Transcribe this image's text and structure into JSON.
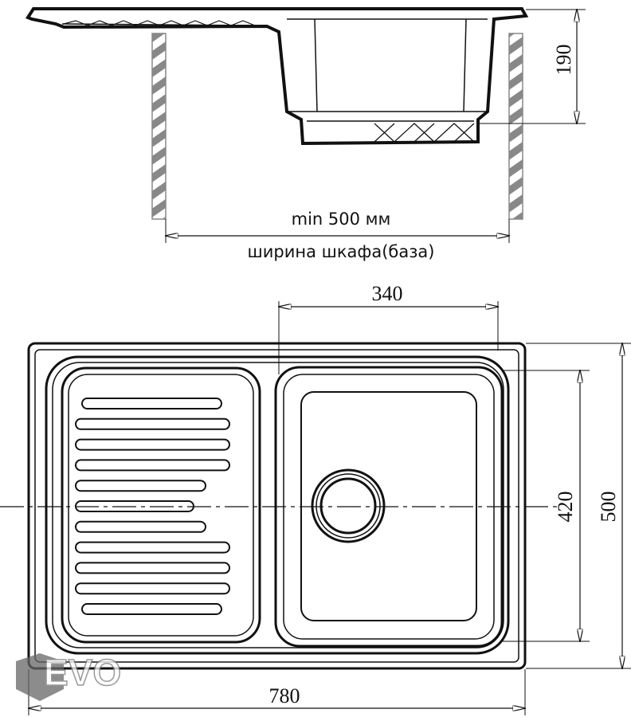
{
  "title": "Sink installation drawing",
  "side_view": {
    "height_dim": "190",
    "cabinet_min": "min 500 мм",
    "cabinet_label": "ширина шкафа(база)"
  },
  "top_view": {
    "bowl_width_dim": "340",
    "bowl_depth_dim": "420",
    "total_depth_dim": "500",
    "total_width_dim": "780"
  },
  "watermark": "EVO",
  "colors": {
    "line": "#111111",
    "hatch": "#888888",
    "watermark": "#555555"
  }
}
